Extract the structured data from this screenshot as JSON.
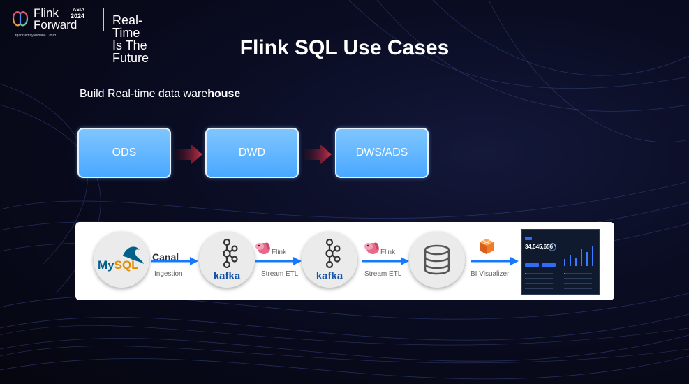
{
  "brand": {
    "name_line1": "Flink",
    "name_line2": "Forward",
    "badge_region": "ASIA",
    "badge_year": "2024",
    "organizer": "Organized by  Alibaba Cloud",
    "tagline_line1": "Real-Time",
    "tagline_line2": "Is The Future",
    "accent_colors": [
      "#e5546b",
      "#f19a3e",
      "#6dc7a3",
      "#5b8cf5"
    ]
  },
  "title": "Flink SQL Use Cases",
  "subtitle": {
    "prefix": "Build Real-time data ware",
    "bold": "house"
  },
  "layers": [
    {
      "label": "ODS"
    },
    {
      "label": "DWD"
    },
    {
      "label": "DWS/ADS"
    }
  ],
  "layer_color": "#4aa8ff",
  "pipeline": {
    "source": {
      "name": "MySQL",
      "name_part1": "My",
      "name_part2": "SQL",
      "icon": "mysql-dolphin-icon"
    },
    "step1": {
      "tool": "Canal",
      "label": "Ingestion"
    },
    "queue1": {
      "name": "kafka",
      "icon": "kafka-icon"
    },
    "step2": {
      "tool": "Flink",
      "label": "Stream ETL",
      "icon": "flink-squirrel-icon"
    },
    "queue2": {
      "name": "kafka",
      "icon": "kafka-icon"
    },
    "step3": {
      "tool": "Flink",
      "label": "Stream ETL",
      "icon": "flink-squirrel-icon"
    },
    "storage": {
      "icon": "database-icon"
    },
    "step4": {
      "label": "BI Visualizer",
      "icon": "bi-cube-icon"
    },
    "dashboard": {
      "value": "34,545,656",
      "icon": "dashboard-thumbnail"
    },
    "arrow_color": "#1677ff"
  }
}
